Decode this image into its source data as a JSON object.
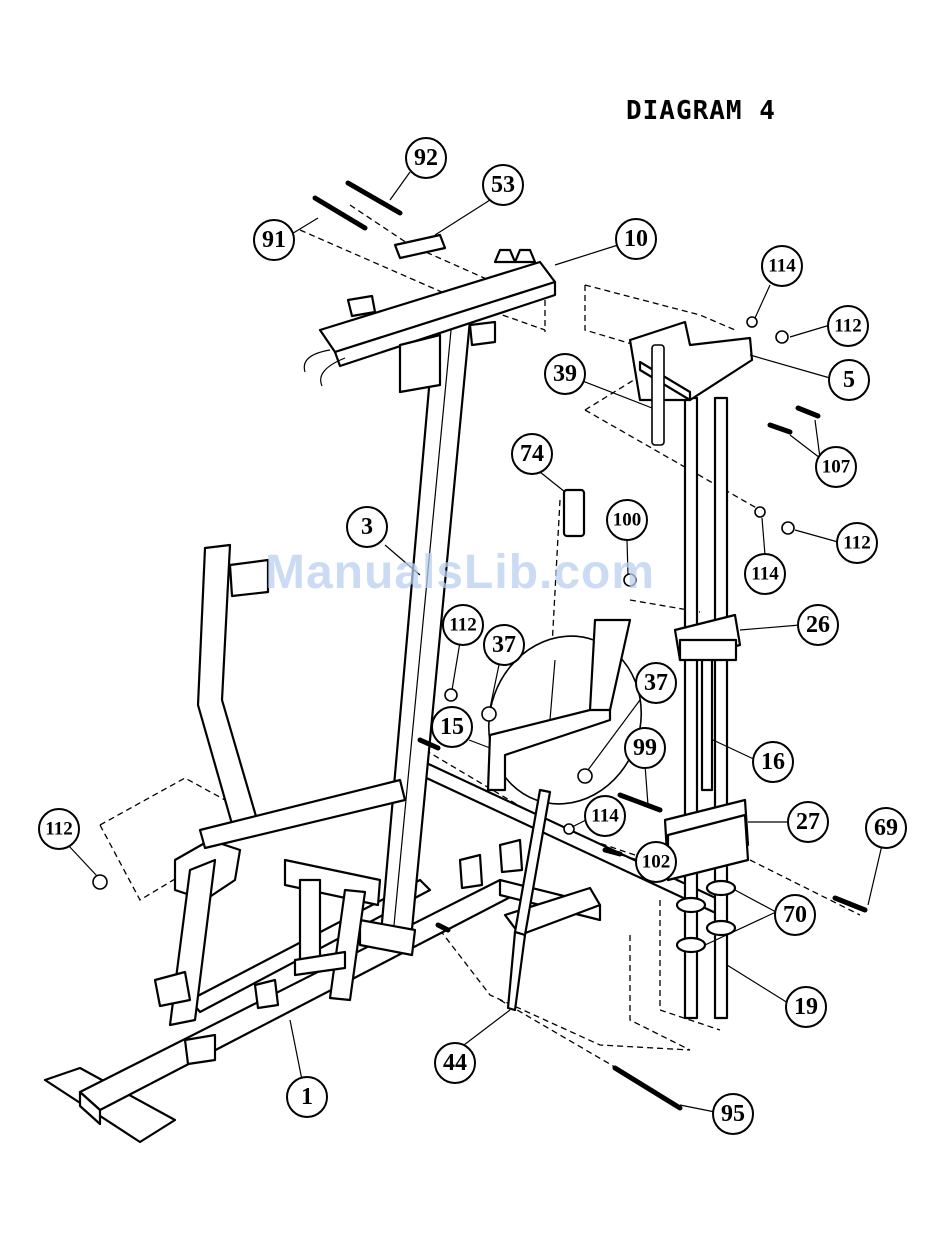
{
  "title": "DIAGRAM 4",
  "watermark": "ManualsLib.com",
  "callouts": [
    "92",
    "53",
    "91",
    "10",
    "114",
    "112",
    "5",
    "39",
    "107",
    "74",
    "100",
    "112",
    "114",
    "3",
    "26",
    "112",
    "37",
    "37",
    "15",
    "99",
    "16",
    "114",
    "27",
    "69",
    "112",
    "102",
    "70",
    "19",
    "44",
    "1",
    "95"
  ]
}
